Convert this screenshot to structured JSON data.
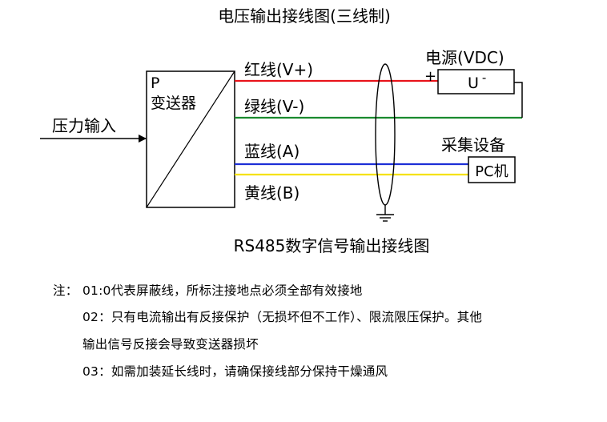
{
  "title": "电压输出接线图(三线制)",
  "input_label": "压力输入",
  "transmitter": {
    "p_label": "P",
    "name": "变送器"
  },
  "wires": [
    {
      "label": "红线(V+)",
      "color": "#e8141b"
    },
    {
      "label": "绿线(V-)",
      "color": "#1a8a2e"
    },
    {
      "label": "蓝线(A)",
      "color": "#1d2fd6"
    },
    {
      "label": "黄线(B)",
      "color": "#f5e10a"
    }
  ],
  "power_supply": {
    "label": "电源(VDC)",
    "box_text": "U",
    "box_sup": "-",
    "plus": "+"
  },
  "collector": {
    "label": "采集设备",
    "box_text": "PC机"
  },
  "subtitle": "RS485数字信号输出接线图",
  "notes": {
    "prefix": "注：",
    "line1": "01:0代表屏蔽线，所标注接地点必须全部有效接地",
    "line2": "02：只有电流输出有反接保护（无损坏但不工作）、限流限压保护。其他",
    "line3": "输出信号反接会导致变送器损坏",
    "line4": "03：如需加装延长线时，请确保接线部分保持干燥通风"
  }
}
